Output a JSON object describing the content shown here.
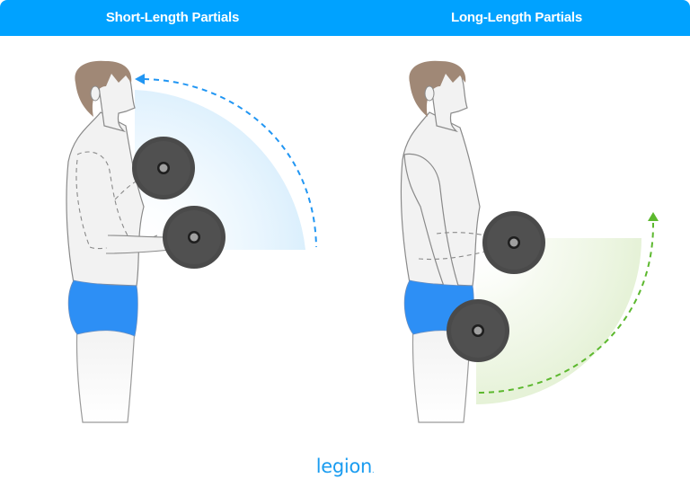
{
  "header": {
    "left_title": "Short-Length Partials",
    "right_title": "Long-Length Partials",
    "background_color": "#00a2ff"
  },
  "panels": [
    {
      "id": "short-length",
      "title": "Short-Length Partials",
      "range_fill_color": "#d8eefc",
      "arrow_color": "#2196f3",
      "arrow_direction": "up-and-left (toward head)",
      "dumbbell_positions": [
        "top of curl (near shoulder)",
        "mid curl (forearm horizontal)"
      ]
    },
    {
      "id": "long-length",
      "title": "Long-Length Partials",
      "range_fill_color": "#e6f2d8",
      "arrow_color": "#5cb82e",
      "arrow_direction": "up (from bottom)",
      "dumbbell_positions": [
        "mid curl (forearm horizontal)",
        "bottom of curl (arm extended)"
      ]
    }
  ],
  "figure": {
    "hair_color": "#a08876",
    "skin_color": "#f2f2f2",
    "outline_color": "#8a8a8a",
    "shorts_color": "#2d8ff5",
    "dumbbell_color": "#4a4a4a",
    "dumbbell_hub_color": "#9a9a9a"
  },
  "footer": {
    "logo_text": "legion",
    "logo_dot": ".",
    "logo_color": "#1a9cf0"
  }
}
